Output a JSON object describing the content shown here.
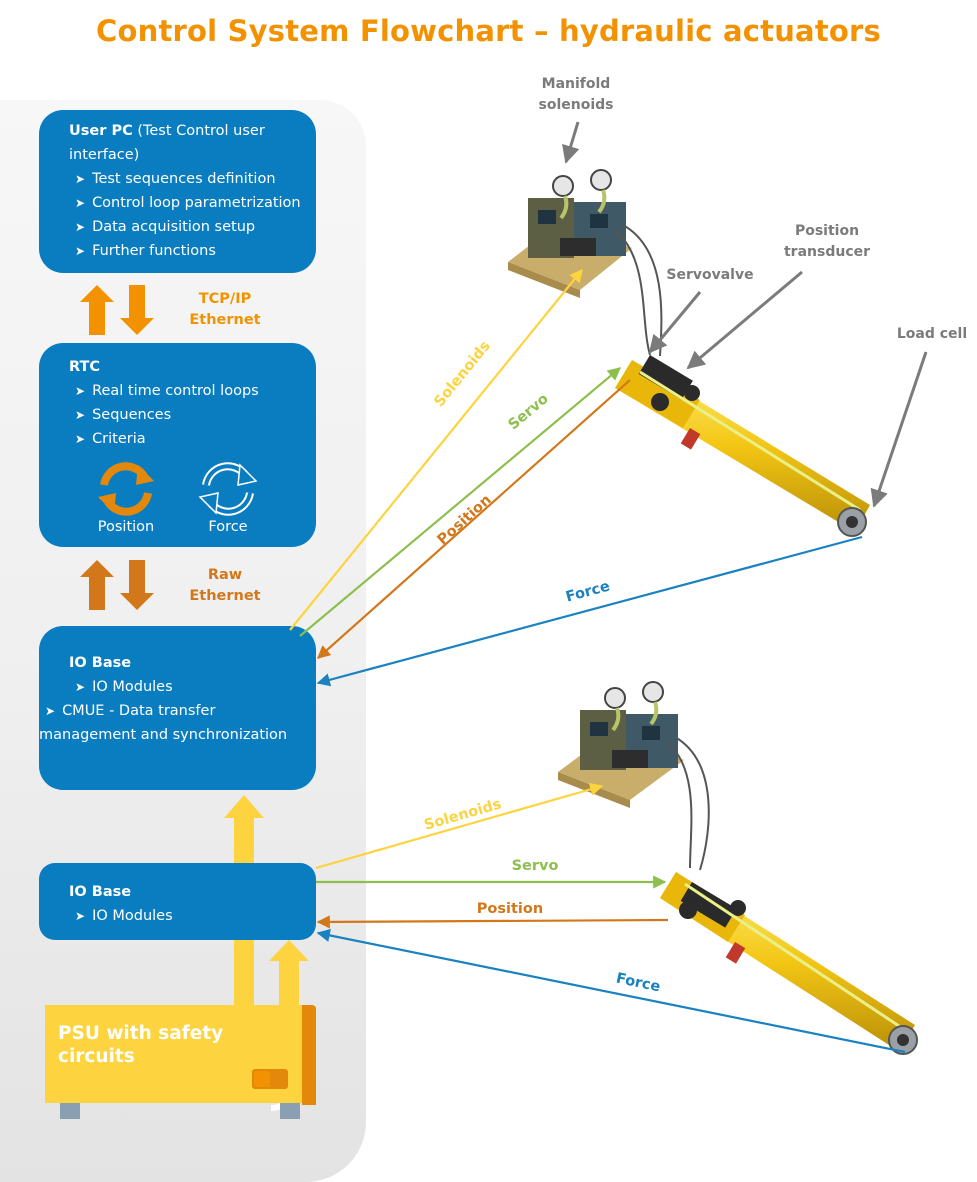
{
  "title": "Control System Flowchart – hydraulic actuators",
  "user_pc": {
    "heading": "User PC",
    "heading_rest": " (Test Control user interface)",
    "items": [
      "Test sequences definition",
      "Control loop parametrization",
      "Data acquisition setup",
      "Further functions"
    ]
  },
  "link1": {
    "line1": "TCP/IP",
    "line2": "Ethernet"
  },
  "rtc": {
    "heading": "RTC",
    "items": [
      "Real time control loops",
      "Sequences",
      "Criteria"
    ],
    "loops": [
      "Position",
      "Force"
    ]
  },
  "link2": {
    "line1": "Raw",
    "line2": "Ethernet"
  },
  "io_base_1": {
    "heading": "IO Base",
    "items": [
      "IO Modules",
      "CMUE - Data transfer management and synchronization"
    ]
  },
  "io_base_2": {
    "heading": "IO Base",
    "items": [
      "IO Modules"
    ]
  },
  "psu": {
    "label": "PSU with safety circuits"
  },
  "callouts": {
    "manifold": "Manifold solenoids",
    "servovalve": "Servovalve",
    "position_transducer": "Position transducer",
    "load_cell": "Load cell"
  },
  "signals_top": {
    "solenoids": "Solenoids",
    "servo": "Servo",
    "position": "Position",
    "force": "Force"
  },
  "signals_bottom": {
    "solenoids": "Solenoids",
    "servo": "Servo",
    "position": "Position",
    "force": "Force"
  },
  "colors": {
    "title": "#f39200",
    "box": "#0a7dc0",
    "solenoids": "#fdd33f",
    "servo": "#8dbf4e",
    "position": "#d2781a",
    "force": "#1a82c0",
    "orange_arrow": "#f39200",
    "dark_orange_arrow": "#d2781a",
    "callout": "#7b7b7b"
  }
}
